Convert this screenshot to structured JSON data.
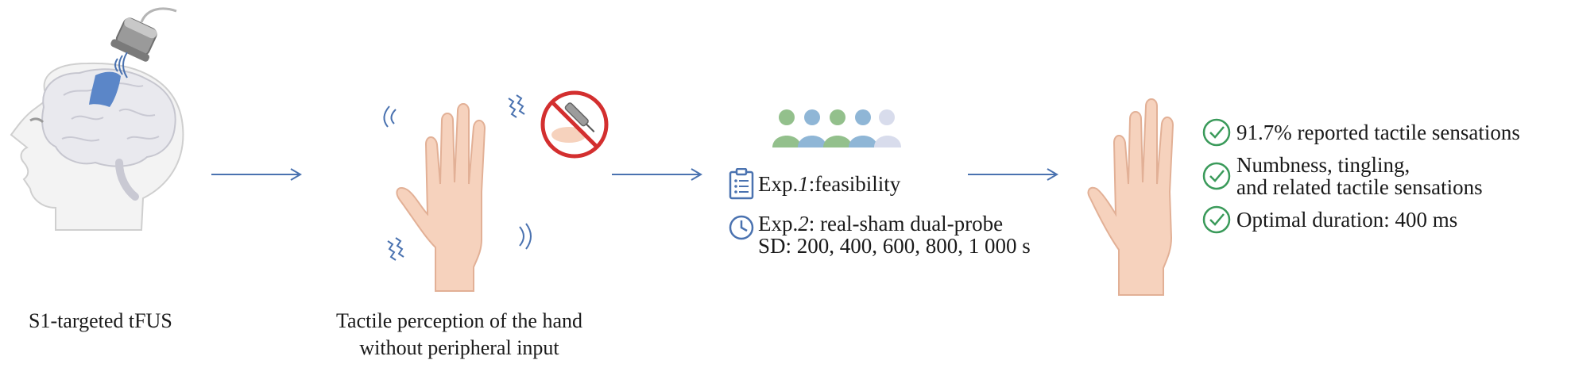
{
  "panels": {
    "s1": {
      "caption": "S1-targeted tFUS"
    },
    "perception": {
      "caption_line1": "Tactile perception of the hand",
      "caption_line2": "without peripheral input"
    },
    "experiments": {
      "exp1_prefix": "Exp.",
      "exp1_num": "1",
      "exp1_rest": ":feasibility",
      "exp2_prefix": "Exp.",
      "exp2_num": "2",
      "exp2_rest": ": real-sham dual-probe",
      "exp2_line2": "SD: 200, 400, 600, 800, 1 000 s"
    },
    "results": {
      "items": [
        {
          "line1": "91.7% reported tactile sensations",
          "line2": ""
        },
        {
          "line1": "Numbness, tingling,",
          "line2": "and related tactile sensations"
        },
        {
          "line1": "Optimal duration: 400 ms",
          "line2": ""
        }
      ]
    }
  },
  "colors": {
    "arrow": "#4a72b0",
    "brain_region": "#5b86c8",
    "skin": "#f6d2bd",
    "check": "#3a9a5a",
    "prohibit": "#d32f2f",
    "people": [
      "#93c08c",
      "#8fb6d6",
      "#93c08c",
      "#8fb6d6",
      "#d8dcec"
    ]
  },
  "icons": [
    "brain-icon",
    "transducer-icon",
    "hand-icon",
    "vibration-icon",
    "no-needle-icon",
    "people-icon",
    "clipboard-icon",
    "clock-icon",
    "check-circle-icon"
  ]
}
